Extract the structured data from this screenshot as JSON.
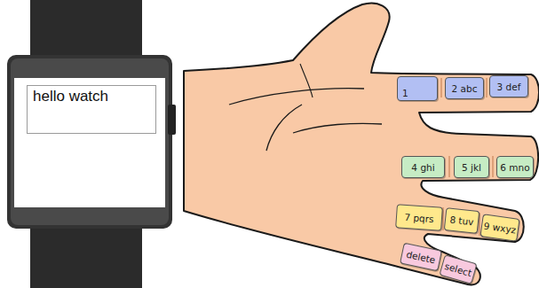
{
  "diagram": {
    "nodes": [
      {
        "text": [
          "hello watch"
        ]
      },
      {
        "text": [
          "1"
        ]
      },
      {
        "text": [
          "2 abc"
        ]
      },
      {
        "text": [
          "3 def"
        ]
      },
      {
        "text": [
          "4 ghi"
        ]
      },
      {
        "text": [
          "5 jkl"
        ]
      },
      {
        "text": [
          "6 mno"
        ]
      },
      {
        "text": [
          "7 pqrs"
        ]
      },
      {
        "text": [
          "8 tuv"
        ]
      },
      {
        "text": [
          "9 wxyz"
        ]
      },
      {
        "text": [
          "delete"
        ]
      },
      {
        "text": [
          "select"
        ]
      }
    ]
  }
}
